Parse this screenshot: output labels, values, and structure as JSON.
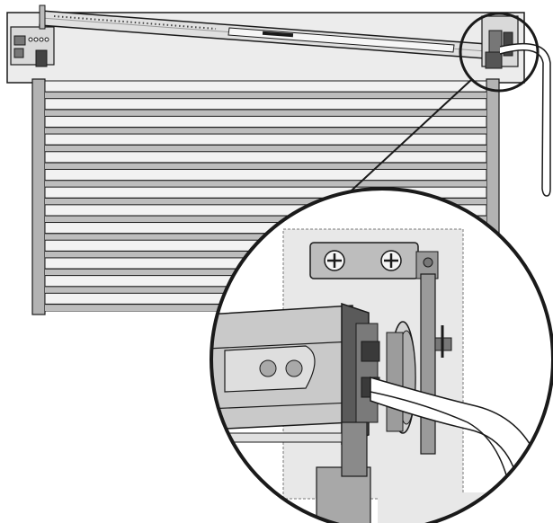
{
  "diagram": {
    "type": "technical-illustration",
    "colors": {
      "outline": "#1a1a1a",
      "panel": "#e6e6e6",
      "slat_light": "#f2f2f2",
      "slat_shade": "#bdbdbd",
      "guide_rail": "#b3b3b3",
      "motor_tube": "#d0d0d0",
      "dark_part": "#555555",
      "background": "#ffffff"
    },
    "slat_count": 13,
    "bracket_screw_count": 2,
    "motor_rivet_count": 2
  }
}
